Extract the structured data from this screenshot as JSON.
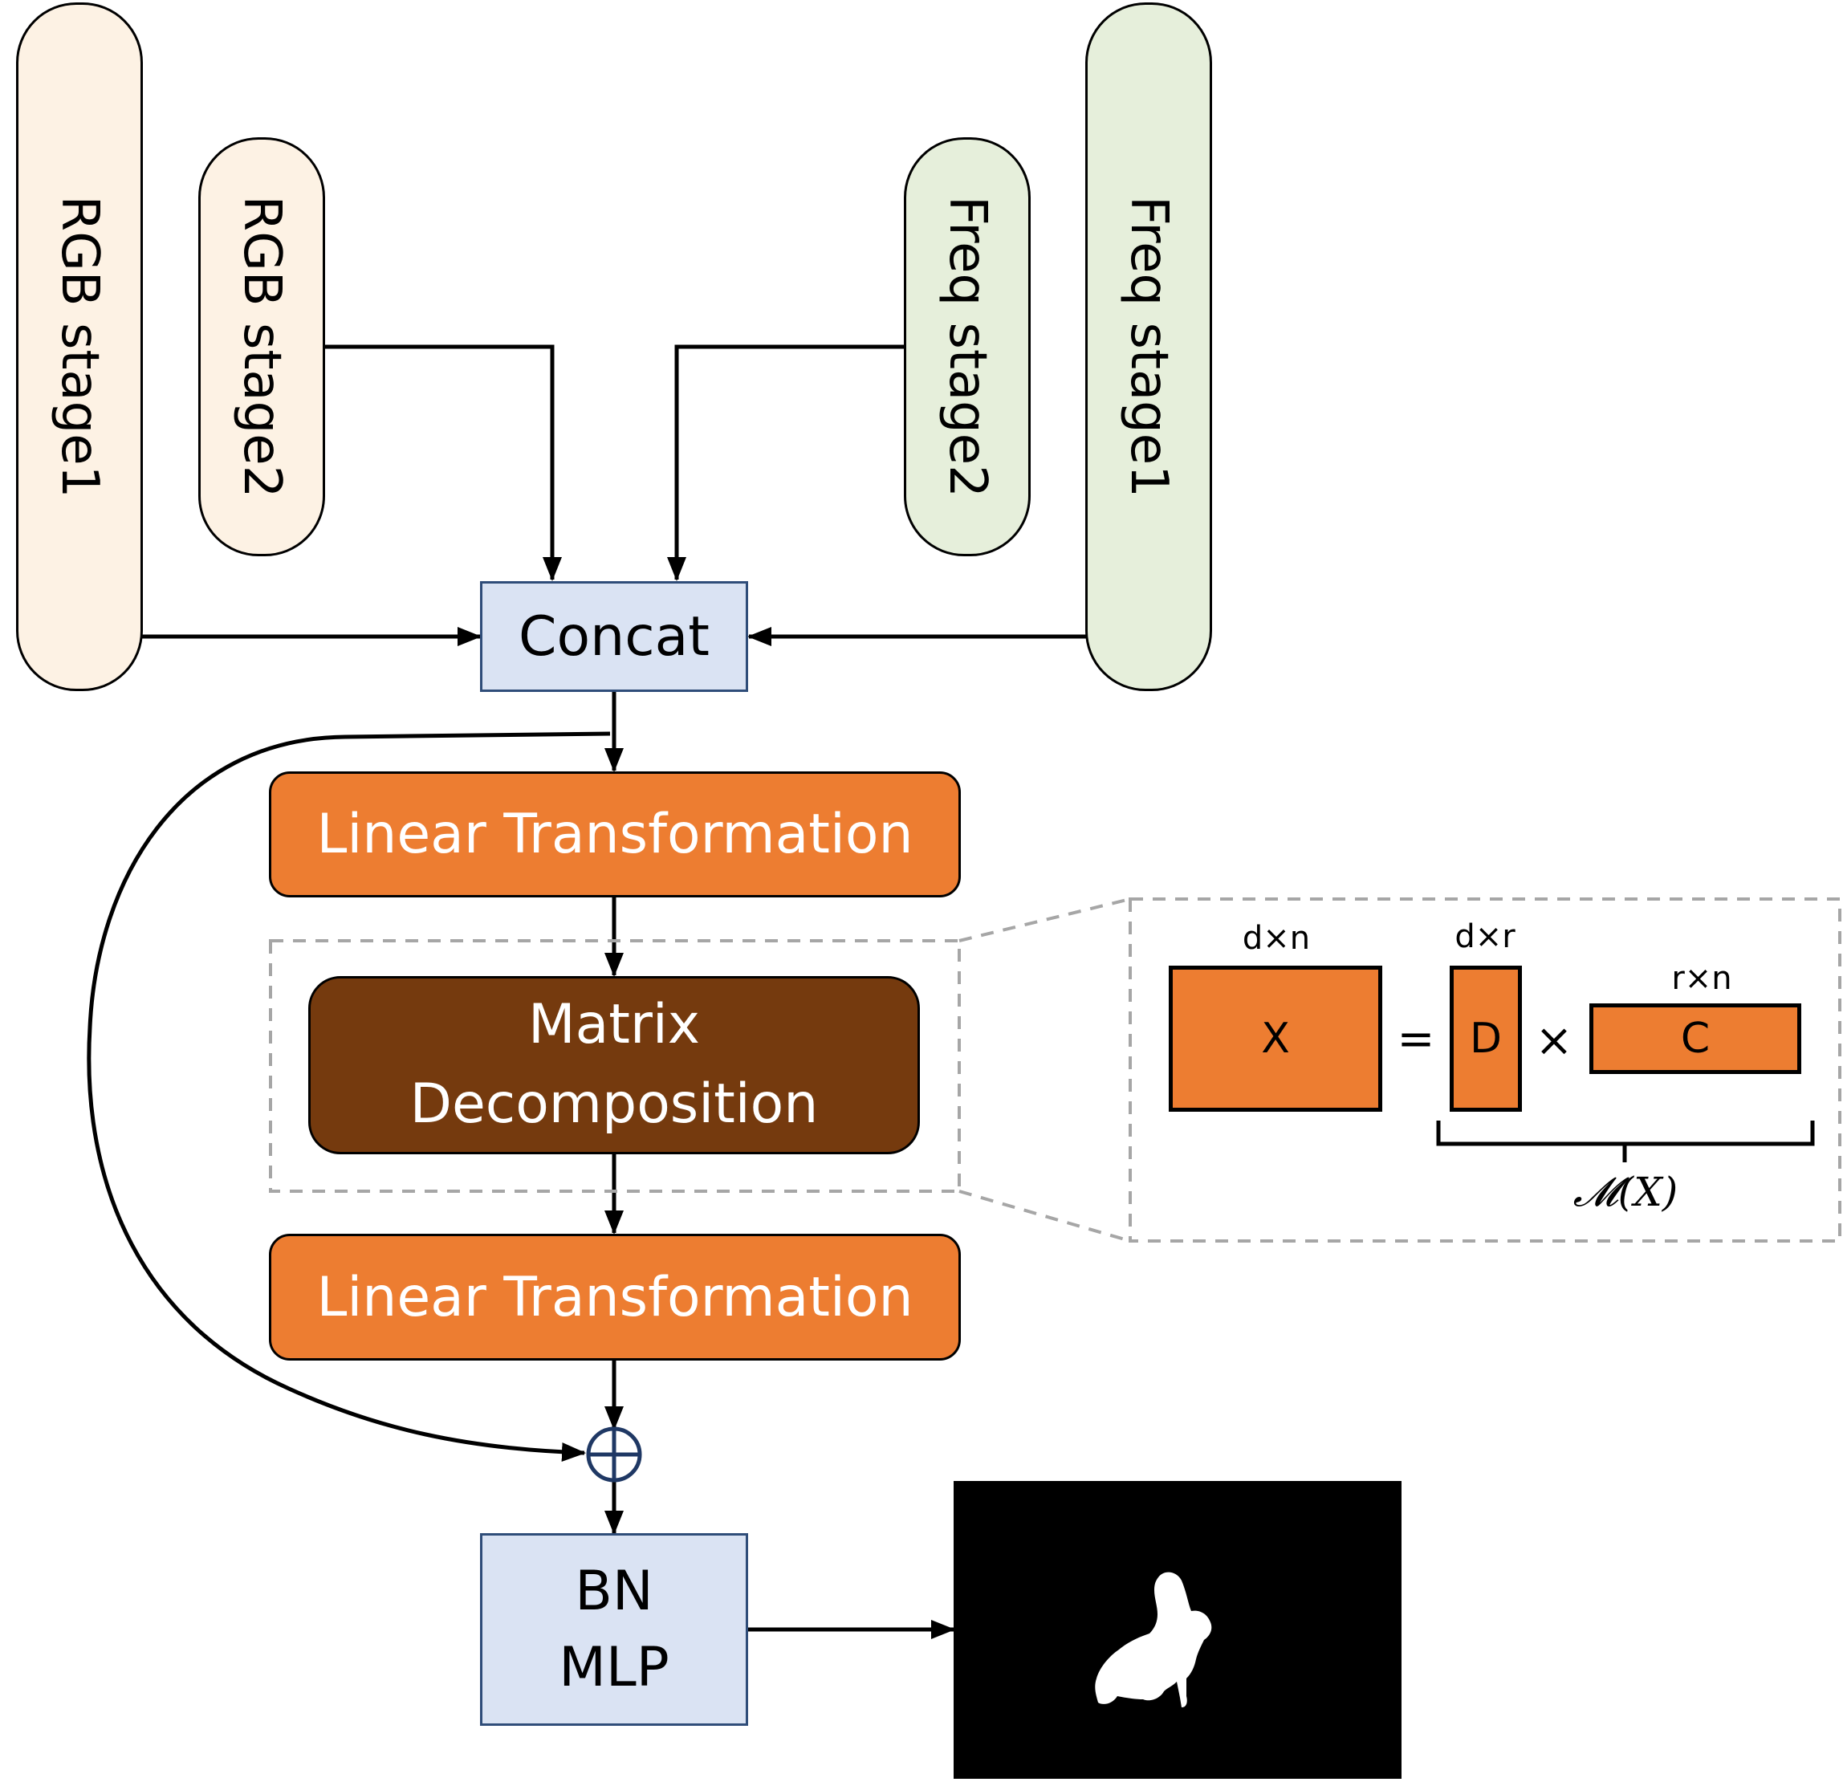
{
  "stages": {
    "rgb_stage1": "RGB stage1",
    "rgb_stage2": "RGB stage2",
    "freq_stage2": "Freq stage2",
    "freq_stage1": "Freq stage1"
  },
  "blocks": {
    "concat": "Concat",
    "linear_transformation_1": "Linear Transformation",
    "matrix_decomposition_line1": "Matrix",
    "matrix_decomposition_line2": "Decomposition",
    "linear_transformation_2": "Linear Transformation",
    "bn_mlp_line1": "BN",
    "bn_mlp_line2": "MLP"
  },
  "decomposition": {
    "x_dim": "d×n",
    "x_label": "X",
    "equals": "=",
    "d_dim": "d×r",
    "d_label": "D",
    "times": "×",
    "c_dim": "r×n",
    "c_label": "C",
    "m_of_x": "𝓜(X)"
  },
  "colors": {
    "rgb_fill": "#fdf2e4",
    "freq_fill": "#e6efdb",
    "blue_fill": "#dae3f3",
    "orange_fill": "#ed7d31",
    "brown_fill": "#753a0e",
    "dashed_gray": "#a6a6a6"
  },
  "icons": {
    "sum_node": "circled-plus-icon",
    "output_mask": "rabbit-silhouette-mask"
  }
}
